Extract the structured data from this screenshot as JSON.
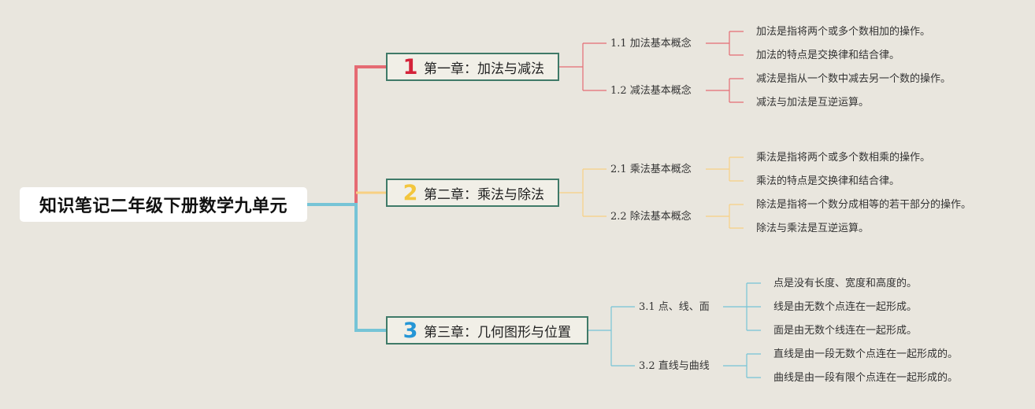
{
  "root": {
    "title": "知识笔记二年级下册数学九单元"
  },
  "colors": {
    "chapter1": "#e56b73",
    "chapter2": "#f7d083",
    "chapter3": "#76c4d6",
    "box_border": "#3f7a68"
  },
  "chapters": [
    {
      "number": "1",
      "number_color": "#d4233a",
      "label": "第一章：加法与减法",
      "sections": [
        {
          "label": "1.1 加法基本概念",
          "items": [
            "加法是指将两个或多个数相加的操作。",
            "加法的特点是交换律和结合律。"
          ]
        },
        {
          "label": "1.2 减法基本概念",
          "items": [
            "减法是指从一个数中减去另一个数的操作。",
            "减法与加法是互逆运算。"
          ]
        }
      ]
    },
    {
      "number": "2",
      "number_color": "#f3c63d",
      "label": "第二章：乘法与除法",
      "sections": [
        {
          "label": "2.1 乘法基本概念",
          "items": [
            "乘法是指将两个或多个数相乘的操作。",
            "乘法的特点是交换律和结合律。"
          ]
        },
        {
          "label": "2.2 除法基本概念",
          "items": [
            "除法是指将一个数分成相等的若干部分的操作。",
            "除法与乘法是互逆运算。"
          ]
        }
      ]
    },
    {
      "number": "3",
      "number_color": "#2596d6",
      "label": "第三章：几何图形与位置",
      "sections": [
        {
          "label": "3.1 点、线、面",
          "items": [
            "点是没有长度、宽度和高度的。",
            "线是由无数个点连在一起形成。",
            "面是由无数个线连在一起形成。"
          ]
        },
        {
          "label": "3.2 直线与曲线",
          "items": [
            "直线是由一段无数个点连在一起形成的。",
            "曲线是由一段有限个点连在一起形成的。"
          ]
        }
      ]
    }
  ]
}
